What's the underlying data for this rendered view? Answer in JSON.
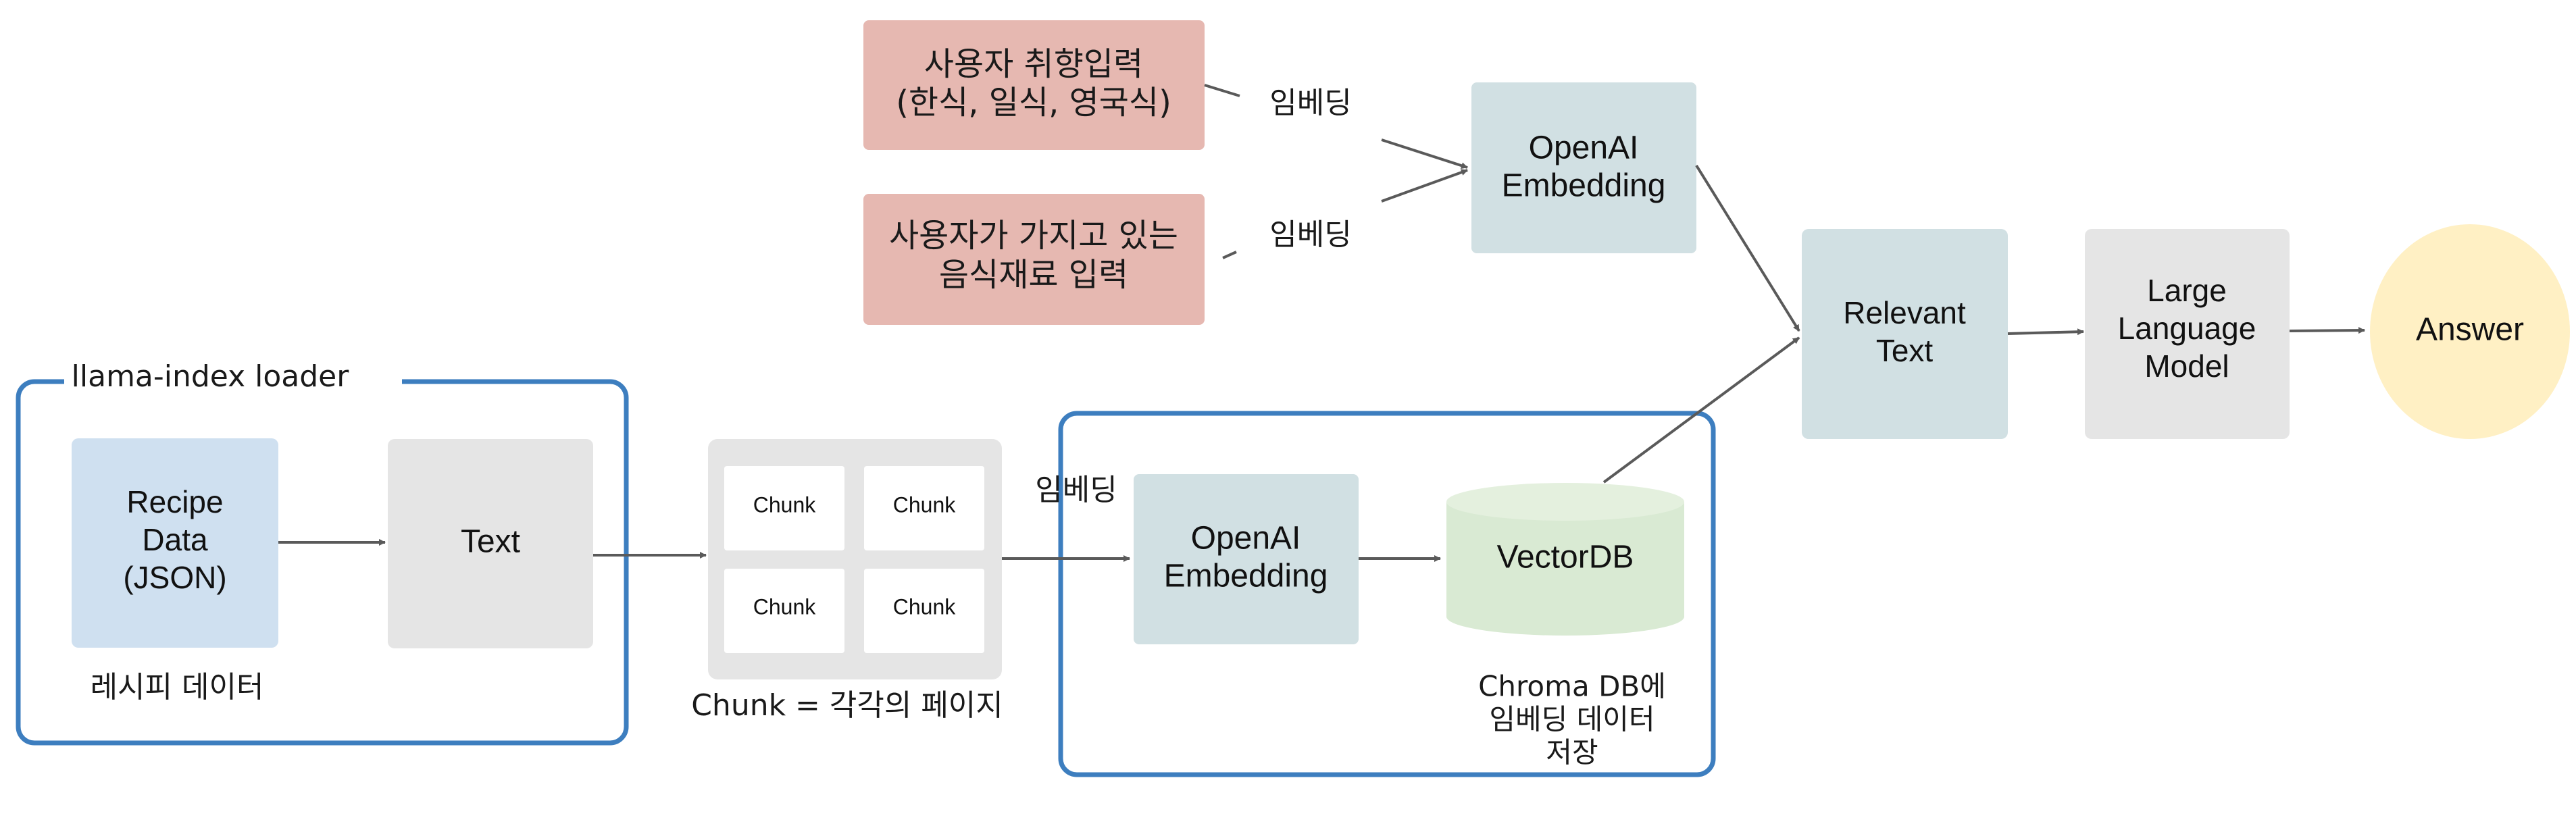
{
  "colors": {
    "red_box": "#e6b8b1",
    "blue_box": "#cfe0f0",
    "grey_box": "#e5e5e5",
    "teal_box": "#d1e0e3",
    "green_db": "#d9ead3",
    "yellow_answer": "#fff0c4",
    "group_border": "#3d7ebf",
    "arrow": "#5a5a5a",
    "chunk_card": "#ffffff"
  },
  "inputs": {
    "taste": {
      "line1": "사용자 취향입력",
      "line2": "(한식, 일식, 영국식)"
    },
    "ingredients": {
      "line1": "사용자가 가지고 있는",
      "line2": "음식재료 입력"
    }
  },
  "edge_labels": {
    "embed_taste": "임베딩",
    "embed_ingredients": "임베딩",
    "embed_store": "임베딩"
  },
  "nodes": {
    "openai_top": {
      "line1": "OpenAI",
      "line2": "Embedding"
    },
    "openai_bottom": {
      "line1": "OpenAI",
      "line2": "Embedding"
    },
    "relevant_text": {
      "line1": "Relevant",
      "line2": "Text"
    },
    "llm": {
      "line1": "Large",
      "line2": "Language",
      "line3": "Model"
    },
    "answer": "Answer",
    "recipe": {
      "line1": "Recipe",
      "line2": "Data",
      "line3": "(JSON)"
    },
    "text": "Text",
    "vectordb": "VectorDB"
  },
  "groups": {
    "loader_title": "llama-index loader",
    "recipe_caption": "레시피 데이터",
    "chunk_caption": "Chunk = 각각의 페이지",
    "chroma_caption": {
      "line1": "Chroma DB에",
      "line2": "임베딩 데이터",
      "line3": "저장"
    }
  },
  "chunks": [
    "Chunk",
    "Chunk",
    "Chunk",
    "Chunk"
  ]
}
